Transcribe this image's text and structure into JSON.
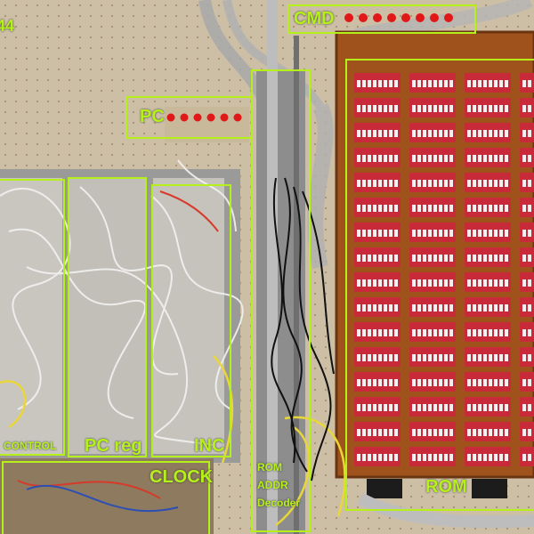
{
  "labels": {
    "corner": "44",
    "cmd": "CMD",
    "pc": "PC",
    "control": "CONTROL",
    "pc_reg": "PC reg",
    "inc": "INC",
    "clock": "CLOCK",
    "rom_addr_1": "ROM",
    "rom_addr_2": "ADDR",
    "rom_addr_3": "Decoder",
    "rom": "ROM"
  },
  "colors": {
    "annotation": "#b6f01a",
    "pegboard": "#cdbfa6",
    "pcb": "#a0521c",
    "dip_switch": "#c82a3a",
    "led": "#e01818"
  }
}
